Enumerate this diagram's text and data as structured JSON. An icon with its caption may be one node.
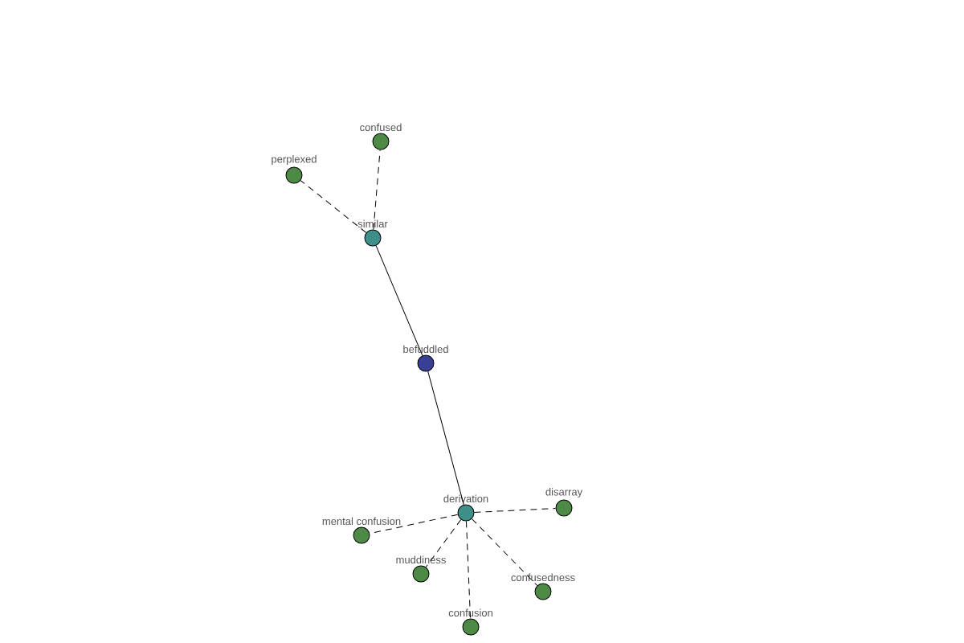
{
  "diagram": {
    "nodes": [
      {
        "text": [
          "confused"
        ]
      },
      {
        "text": [
          "perplexed"
        ]
      },
      {
        "text": [
          "similar"
        ]
      },
      {
        "text": [
          "befuddled"
        ]
      },
      {
        "text": [
          "derivation"
        ]
      },
      {
        "text": [
          "disarray"
        ]
      },
      {
        "text": [
          "mental confusion"
        ]
      },
      {
        "text": [
          "muddiness"
        ]
      },
      {
        "text": [
          "confusedness"
        ]
      },
      {
        "text": [
          "confusion"
        ]
      }
    ],
    "edges": [
      {
        "from": 3,
        "to": 2,
        "arrow": "none"
      },
      {
        "from": 3,
        "to": 4,
        "arrow": "none"
      },
      {
        "from": 2,
        "to": 0,
        "arrow": "none",
        "style": "dashed"
      },
      {
        "from": 2,
        "to": 1,
        "arrow": "none",
        "style": "dashed"
      },
      {
        "from": 4,
        "to": 5,
        "arrow": "none",
        "style": "dashed"
      },
      {
        "from": 4,
        "to": 6,
        "arrow": "none",
        "style": "dashed"
      },
      {
        "from": 4,
        "to": 7,
        "arrow": "none",
        "style": "dashed"
      },
      {
        "from": 4,
        "to": 8,
        "arrow": "none",
        "style": "dashed"
      },
      {
        "from": 4,
        "to": 9,
        "arrow": "none",
        "style": "dashed"
      }
    ]
  }
}
